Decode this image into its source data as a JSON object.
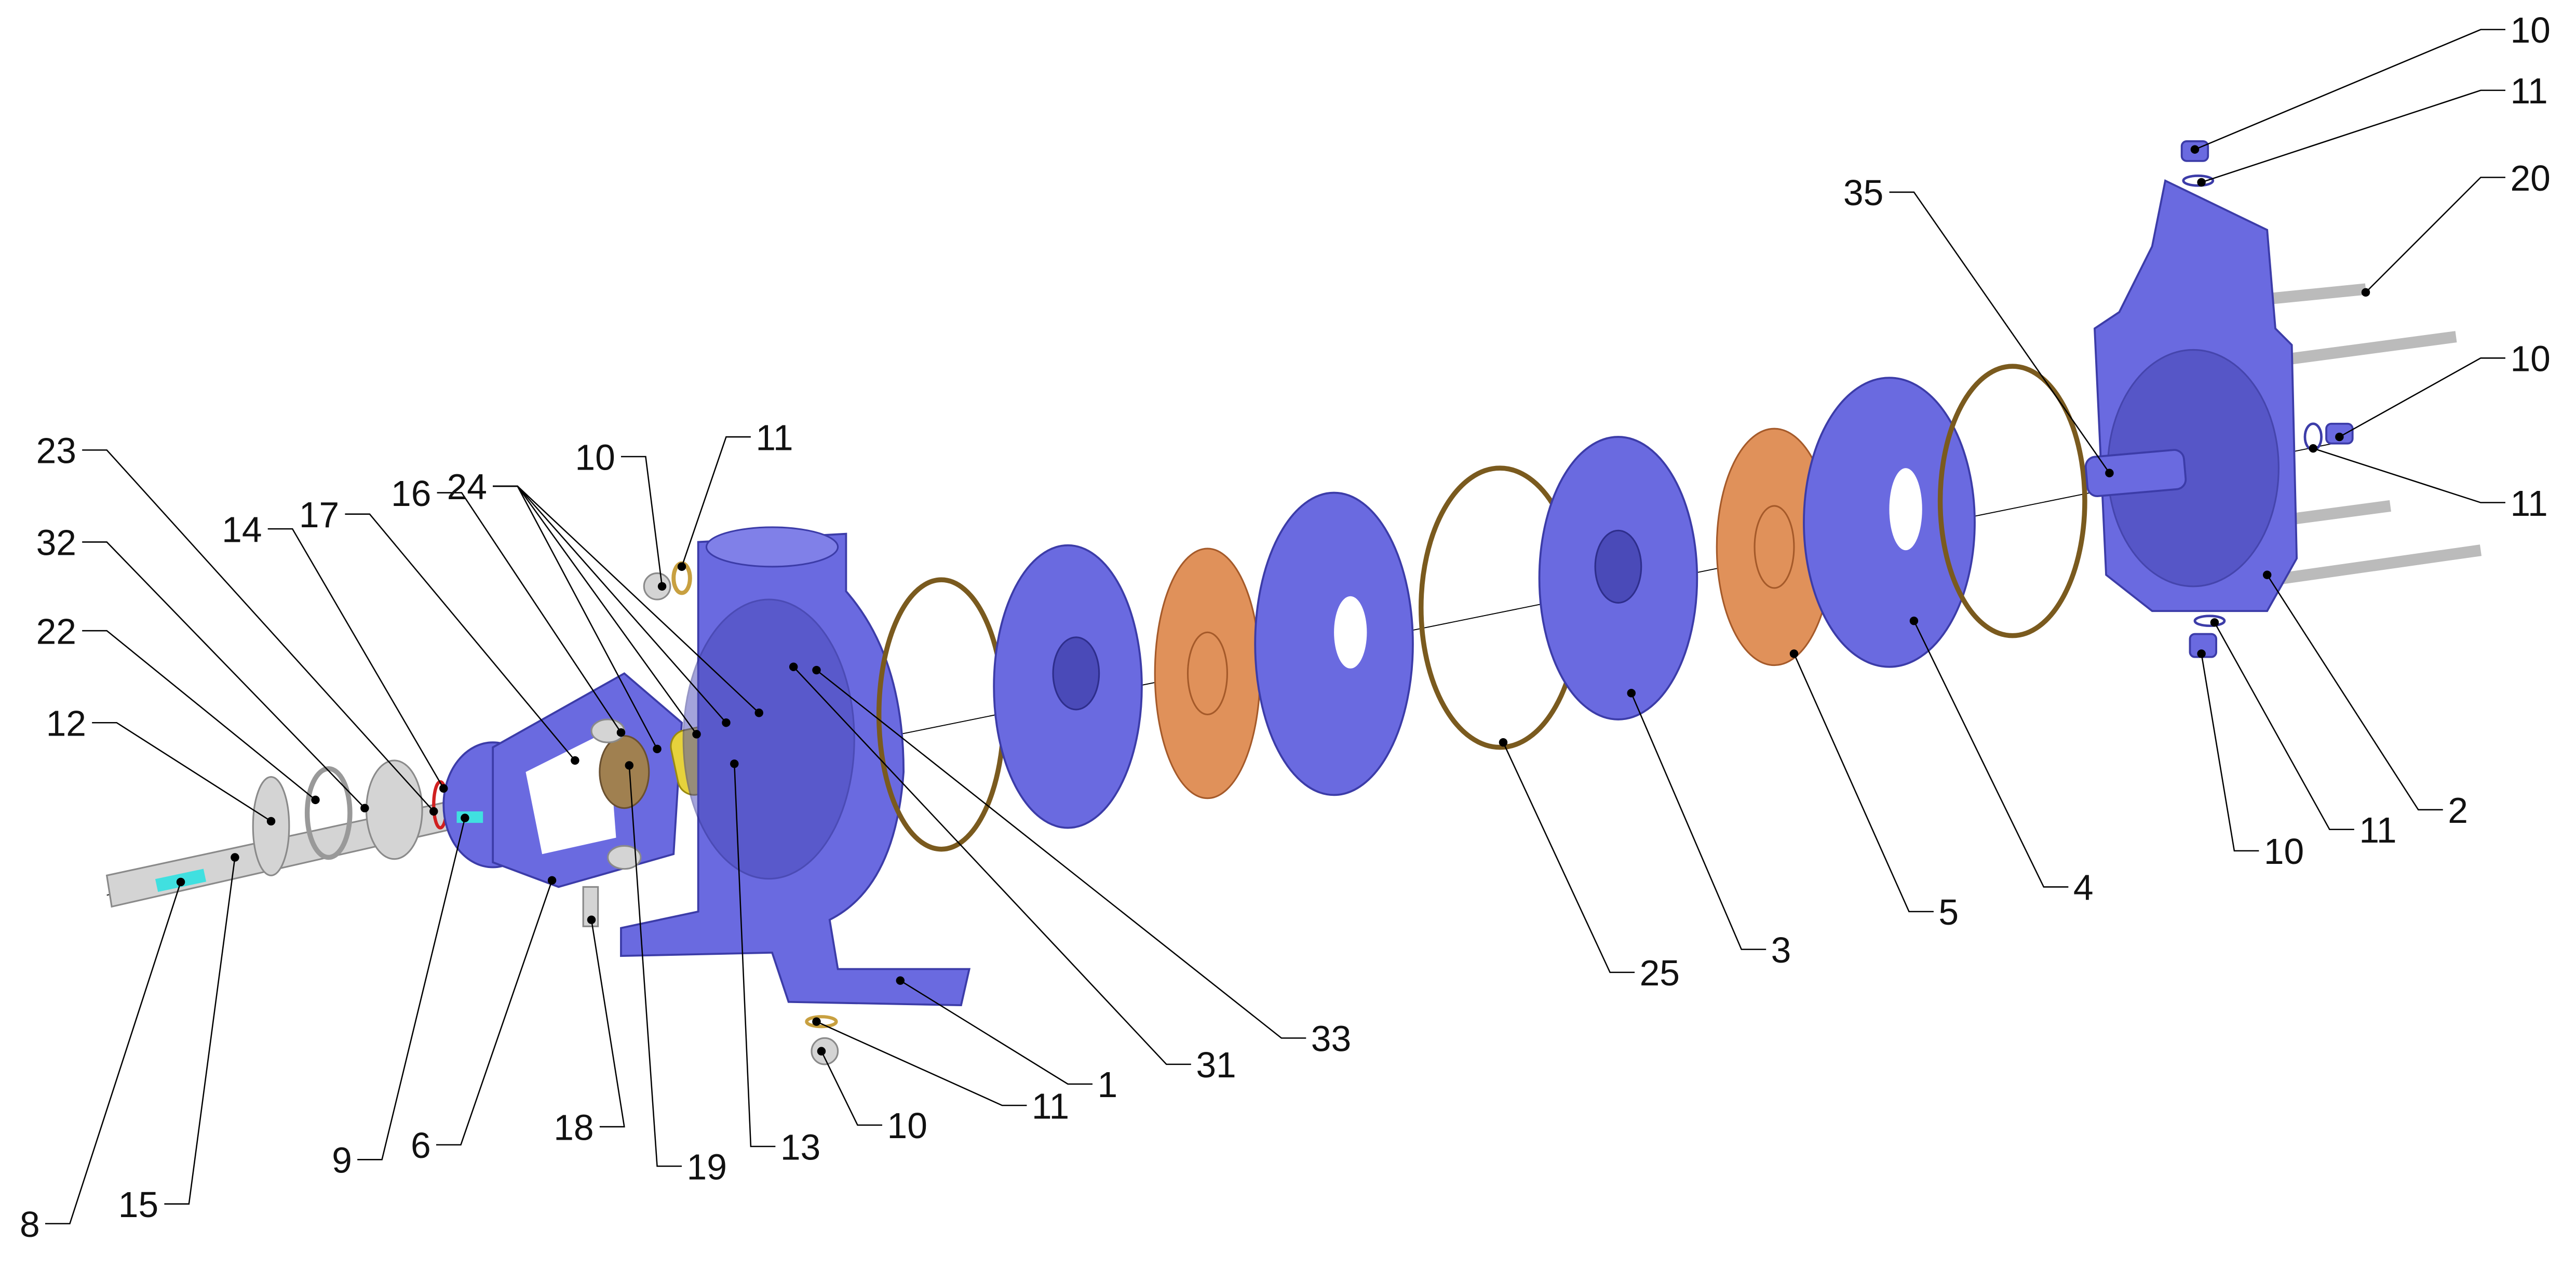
{
  "diagram": {
    "title": "Pump exploded view",
    "callouts": [
      "10",
      "11",
      "20",
      "10",
      "11",
      "35",
      "2",
      "11",
      "10",
      "4",
      "5",
      "3",
      "25",
      "33",
      "31",
      "1",
      "11",
      "10",
      "13",
      "19",
      "18",
      "6",
      "9",
      "15",
      "8",
      "12",
      "22",
      "32",
      "23",
      "14",
      "17",
      "16",
      "24",
      "10",
      "11"
    ]
  },
  "colors": {
    "casing": "#6a6ae0",
    "impeller": "#e0915a",
    "oring": "#7a5a1e",
    "shaft": "#d4d4d4",
    "key": "#40e0e0",
    "seal": "#e6d23c",
    "lip": "#d02020"
  }
}
